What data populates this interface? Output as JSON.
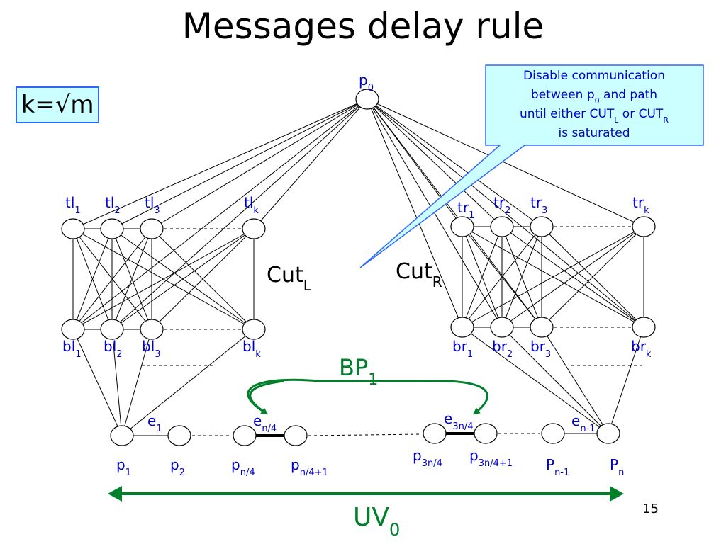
{
  "title": "Messages delay rule",
  "k_box": "k=√m",
  "callout": {
    "line1": "Disable communication",
    "line2_pre": "between p",
    "line2_sub": "0",
    "line2_post": " and path",
    "line3_pre": "until either CUT",
    "line3_sub1": "L",
    "line3_mid": " or CUT",
    "line3_sub2": "R",
    "line4": "is saturated"
  },
  "labels": {
    "p0": {
      "base": "p",
      "sub": "0"
    },
    "tl1": {
      "base": "tl",
      "sub": "1"
    },
    "tl2": {
      "base": "tl",
      "sub": "2"
    },
    "tl3": {
      "base": "tl",
      "sub": "3"
    },
    "tlk": {
      "base": "tl",
      "sub": "k"
    },
    "tr1": {
      "base": "tr",
      "sub": "1"
    },
    "tr2": {
      "base": "tr",
      "sub": "2"
    },
    "tr3": {
      "base": "tr",
      "sub": "3"
    },
    "trk": {
      "base": "tr",
      "sub": "k"
    },
    "bl1": {
      "base": "bl",
      "sub": "1"
    },
    "bl2": {
      "base": "bl",
      "sub": "2"
    },
    "bl3": {
      "base": "bl",
      "sub": "3"
    },
    "blk": {
      "base": "bl",
      "sub": "k"
    },
    "br1": {
      "base": "br",
      "sub": "1"
    },
    "br2": {
      "base": "br",
      "sub": "2"
    },
    "br3": {
      "base": "br",
      "sub": "3"
    },
    "brk": {
      "base": "br",
      "sub": "k"
    },
    "p1": {
      "base": "p",
      "sub": "1"
    },
    "p2": {
      "base": "p",
      "sub": "2"
    },
    "pn4": {
      "base": "p",
      "sub": "n/4"
    },
    "pn41": {
      "base": "p",
      "sub": "n/4+1"
    },
    "p3n4": {
      "base": "p",
      "sub": "3n/4"
    },
    "p3n41": {
      "base": "p",
      "sub": "3n/4+1"
    },
    "pn1": {
      "base": "P",
      "sub": "n-1"
    },
    "pn": {
      "base": "P",
      "sub": "n"
    },
    "e1": {
      "base": "e",
      "sub": "1"
    },
    "en4": {
      "base": "e",
      "sub": "n/4"
    },
    "e3n4": {
      "base": "e",
      "sub": "3n/4"
    },
    "en1": {
      "base": "e",
      "sub": "n-1"
    }
  },
  "cut_left": {
    "base": "Cut",
    "sub": "L"
  },
  "cut_right": {
    "base": "Cut",
    "sub": "R"
  },
  "bp": {
    "base": "BP",
    "sub": "1"
  },
  "uv": {
    "base": "UV",
    "sub": "0"
  },
  "page_number": "15",
  "colors": {
    "label_blue": "#0000cc",
    "green": "#00802a",
    "callout_fill": "#ccffff",
    "node_fill": "#ffffff"
  }
}
